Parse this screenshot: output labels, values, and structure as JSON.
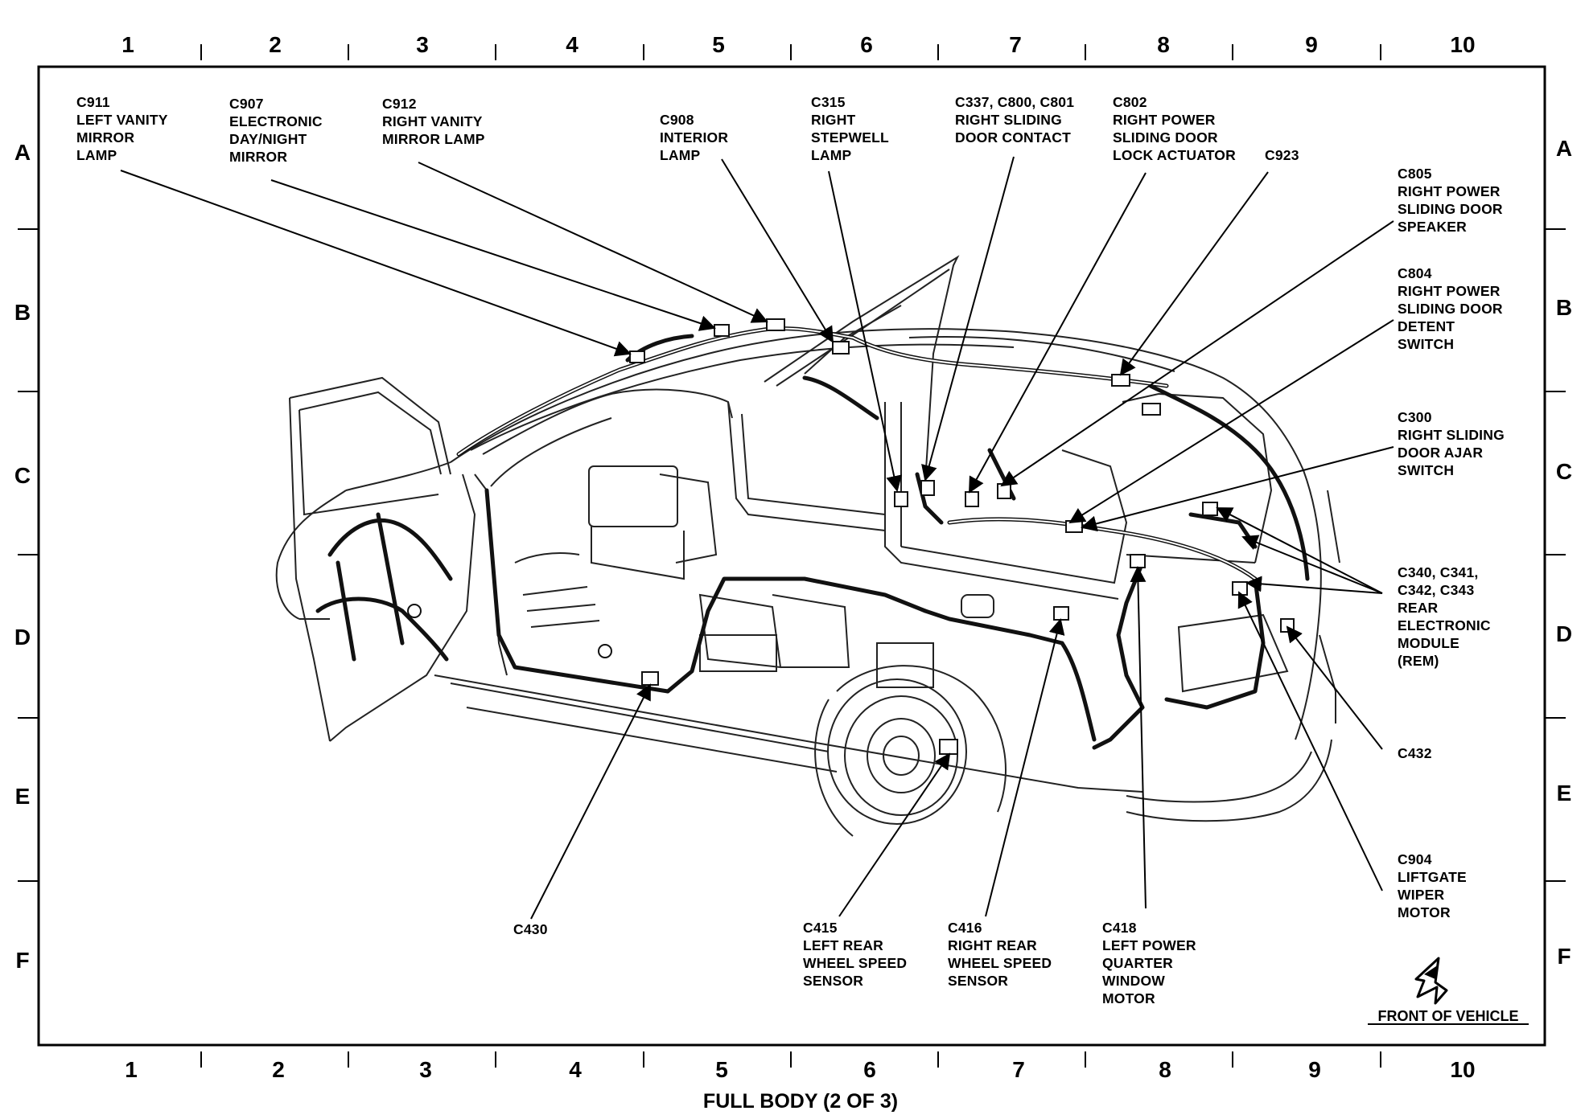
{
  "grid": {
    "columns": [
      "1",
      "2",
      "3",
      "4",
      "5",
      "6",
      "7",
      "8",
      "9",
      "10"
    ],
    "rows": [
      "A",
      "B",
      "C",
      "D",
      "E",
      "F"
    ]
  },
  "callouts": [
    {
      "id": "c911",
      "lines": [
        "C911",
        "LEFT VANITY",
        "MIRROR",
        "LAMP"
      ]
    },
    {
      "id": "c907",
      "lines": [
        "C907",
        "ELECTRONIC",
        "DAY/NIGHT",
        "MIRROR"
      ]
    },
    {
      "id": "c912",
      "lines": [
        "C912",
        "RIGHT VANITY",
        "MIRROR LAMP"
      ]
    },
    {
      "id": "c908",
      "lines": [
        "C908",
        "INTERIOR",
        "LAMP"
      ]
    },
    {
      "id": "c315",
      "lines": [
        "C315",
        "RIGHT",
        "STEPWELL",
        "LAMP"
      ]
    },
    {
      "id": "c337",
      "lines": [
        "C337, C800, C801",
        "RIGHT SLIDING",
        "DOOR CONTACT"
      ]
    },
    {
      "id": "c802",
      "lines": [
        "C802",
        "RIGHT POWER",
        "SLIDING DOOR",
        "LOCK ACTUATOR"
      ]
    },
    {
      "id": "c923",
      "lines": [
        "C923"
      ]
    },
    {
      "id": "c805",
      "lines": [
        "C805",
        "RIGHT POWER",
        "SLIDING DOOR",
        "SPEAKER"
      ]
    },
    {
      "id": "c804",
      "lines": [
        "C804",
        "RIGHT POWER",
        "SLIDING DOOR",
        "DETENT",
        "SWITCH"
      ]
    },
    {
      "id": "c300",
      "lines": [
        "C300",
        "RIGHT SLIDING",
        "DOOR AJAR",
        "SWITCH"
      ]
    },
    {
      "id": "c340",
      "lines": [
        "C340, C341,",
        "C342, C343",
        "REAR",
        "ELECTRONIC",
        "MODULE",
        "(REM)"
      ]
    },
    {
      "id": "c432",
      "lines": [
        "C432"
      ]
    },
    {
      "id": "c904",
      "lines": [
        "C904",
        "LIFTGATE",
        "WIPER",
        "MOTOR"
      ]
    },
    {
      "id": "c430",
      "lines": [
        "C430"
      ]
    },
    {
      "id": "c415",
      "lines": [
        "C415",
        "LEFT REAR",
        "WHEEL SPEED",
        "SENSOR"
      ]
    },
    {
      "id": "c416",
      "lines": [
        "C416",
        "RIGHT REAR",
        "WHEEL SPEED",
        "SENSOR"
      ]
    },
    {
      "id": "c418",
      "lines": [
        "C418",
        "LEFT POWER",
        "QUARTER",
        "WINDOW",
        "MOTOR"
      ]
    }
  ],
  "front_of_vehicle": "FRONT OF VEHICLE",
  "caption": "FULL BODY (2 OF 3)"
}
